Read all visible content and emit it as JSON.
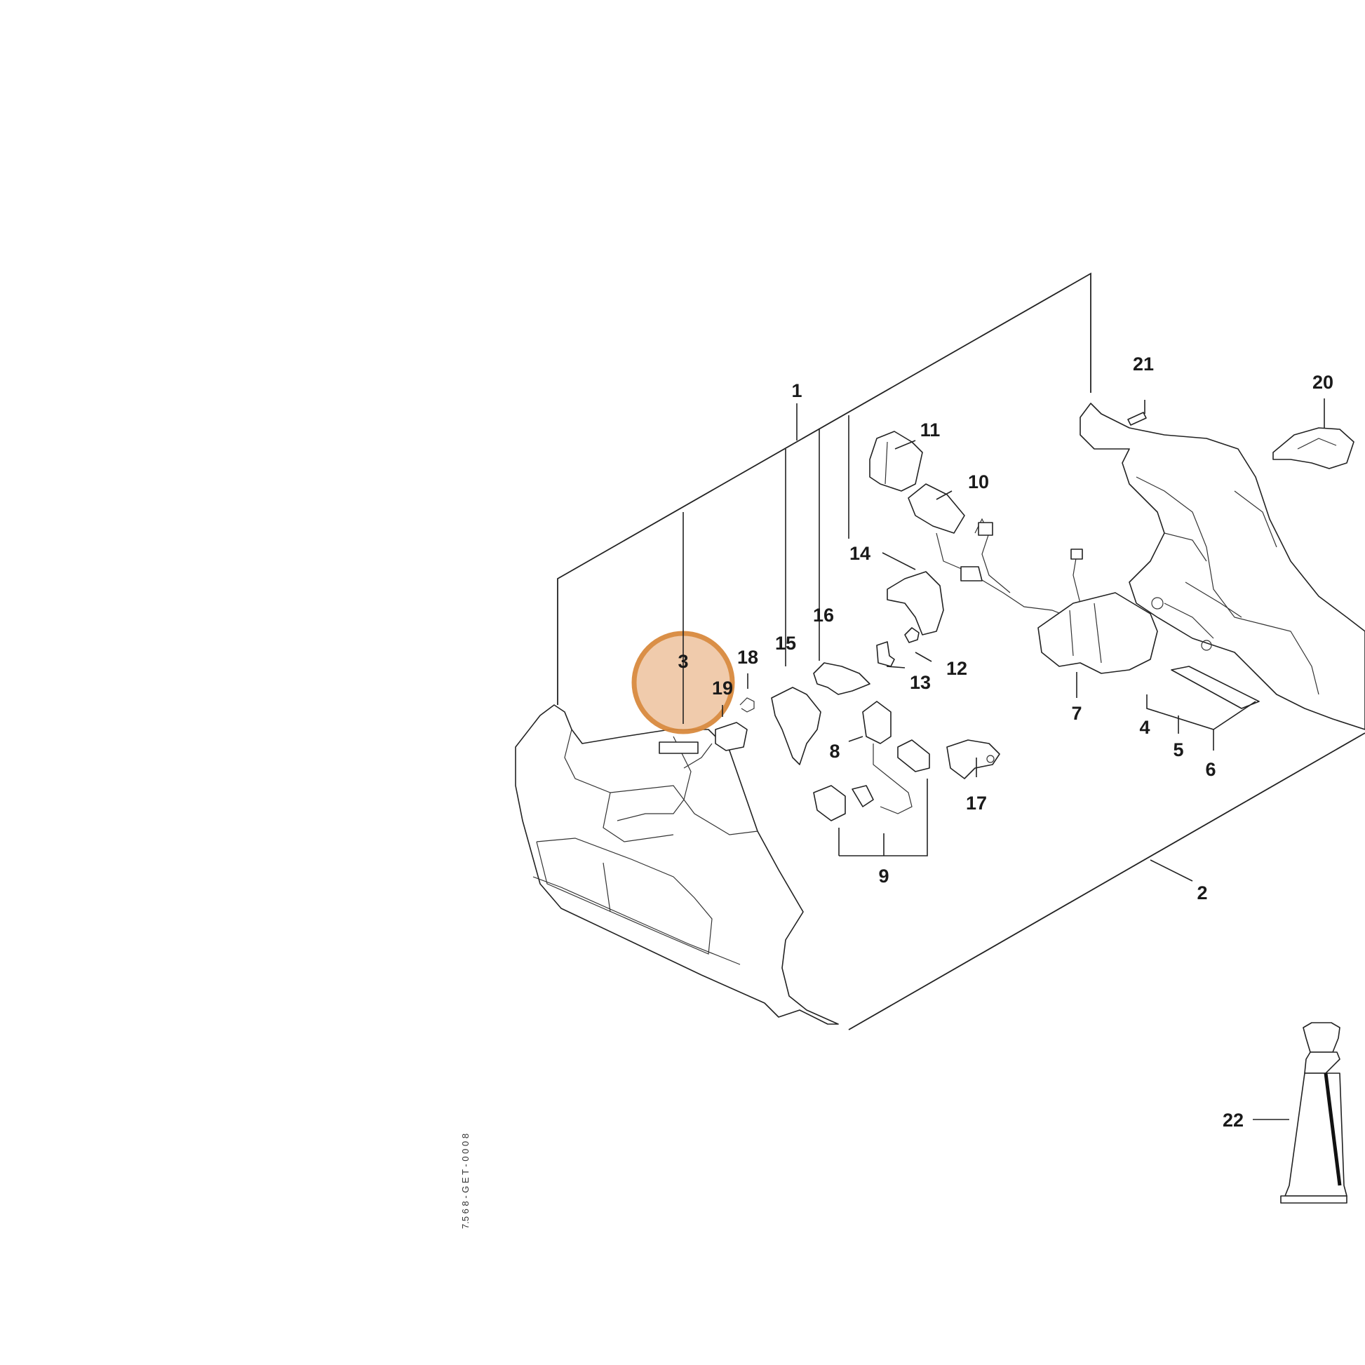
{
  "diagram": {
    "drawing_code": "7.5 6 8 - G E T - 0 0 0 8",
    "highlight": {
      "label": "3",
      "fill_color": "#f0c9a8",
      "stroke_color": "#d98a3e"
    },
    "callouts": [
      {
        "id": "1",
        "label": "1"
      },
      {
        "id": "2",
        "label": "2"
      },
      {
        "id": "3",
        "label": "3"
      },
      {
        "id": "4",
        "label": "4"
      },
      {
        "id": "5",
        "label": "5"
      },
      {
        "id": "6",
        "label": "6"
      },
      {
        "id": "7",
        "label": "7"
      },
      {
        "id": "8",
        "label": "8"
      },
      {
        "id": "9",
        "label": "9"
      },
      {
        "id": "10",
        "label": "10"
      },
      {
        "id": "11",
        "label": "11"
      },
      {
        "id": "12",
        "label": "12"
      },
      {
        "id": "13",
        "label": "13"
      },
      {
        "id": "14",
        "label": "14"
      },
      {
        "id": "15",
        "label": "15"
      },
      {
        "id": "16",
        "label": "16"
      },
      {
        "id": "17",
        "label": "17"
      },
      {
        "id": "18",
        "label": "18"
      },
      {
        "id": "19",
        "label": "19"
      },
      {
        "id": "20",
        "label": "20"
      },
      {
        "id": "21",
        "label": "21"
      },
      {
        "id": "22",
        "label": "22"
      }
    ]
  }
}
